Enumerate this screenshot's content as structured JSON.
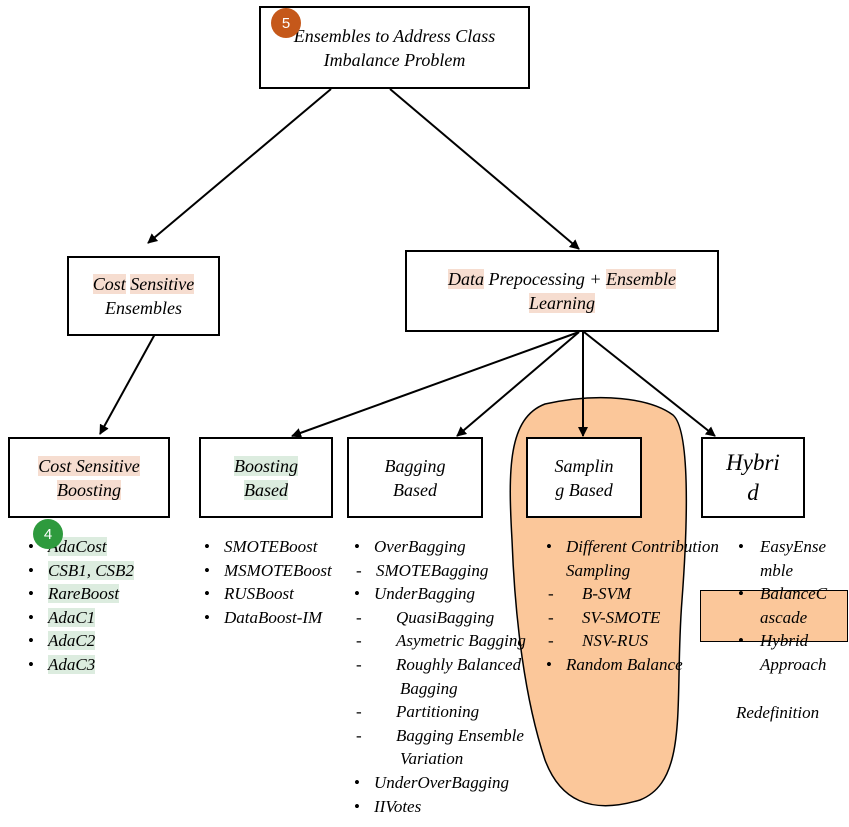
{
  "colors": {
    "blob": "#fbc79a",
    "badge_orange": "#c5581a",
    "badge_green": "#2e9a3d",
    "hl_pink": "#f6ddd0",
    "hl_green": "#dcecdf"
  },
  "nodes": {
    "root": {
      "line1": "Ensembles to Address Class",
      "line2": "Imbalance Problem"
    },
    "cost_ensembles": {
      "line1a": "Cost",
      "line1b": "Sensitive",
      "line2": "Ensembles"
    },
    "data_preproc": {
      "w1": "Data",
      "w2": "Prepocessing +",
      "w3": "Ensemble",
      "w4": "Learning"
    },
    "cost_boosting": {
      "line1": "Cost Sensitive",
      "line2": "Boosting"
    },
    "boosting_based": {
      "line1": "Boosting",
      "line2": "Based"
    },
    "bagging_based": {
      "line1": "Bagging",
      "line2": "Based"
    },
    "sampling_based": {
      "line1": "Samplin",
      "line2": "g Based"
    },
    "hybrid": {
      "line1": "Hybri",
      "line2": "d"
    }
  },
  "lists": {
    "cost_boosting": [
      "AdaCost",
      "CSB1, CSB2",
      "RareBoost",
      "AdaC1",
      "AdaC2",
      "AdaC3"
    ],
    "boosting": [
      "SMOTEBoost",
      "MSMOTEBoost",
      "RUSBoost",
      "DataBoost-IM"
    ],
    "bagging": {
      "over": "OverBagging",
      "smote": "SMOTEBagging",
      "under": "UnderBagging",
      "quasi": "QuasiBagging",
      "asym": "Asymetric Bagging",
      "rough1": "Roughly Balanced",
      "rough2": "Bagging",
      "part": "Partitioning",
      "ens1": "Bagging Ensemble",
      "ens2": "Variation",
      "underover": "UnderOverBagging",
      "iivotes": "IIVotes"
    },
    "sampling": {
      "diff1": "Different Contribution",
      "diff2": "Sampling",
      "bsvm": "B-SVM",
      "svsmote": "SV-SMOTE",
      "nsvrus": "NSV-RUS",
      "random": "Random Balance"
    },
    "hybrid": {
      "easy1": "EasyEnse",
      "easy2": "mble",
      "bal1": "BalanceC",
      "bal2": "ascade",
      "hyb1": "Hybrid",
      "hyb2": "Approach",
      "redef": "Redefinition"
    }
  },
  "badges": {
    "root": "5",
    "cost_list": "4"
  }
}
